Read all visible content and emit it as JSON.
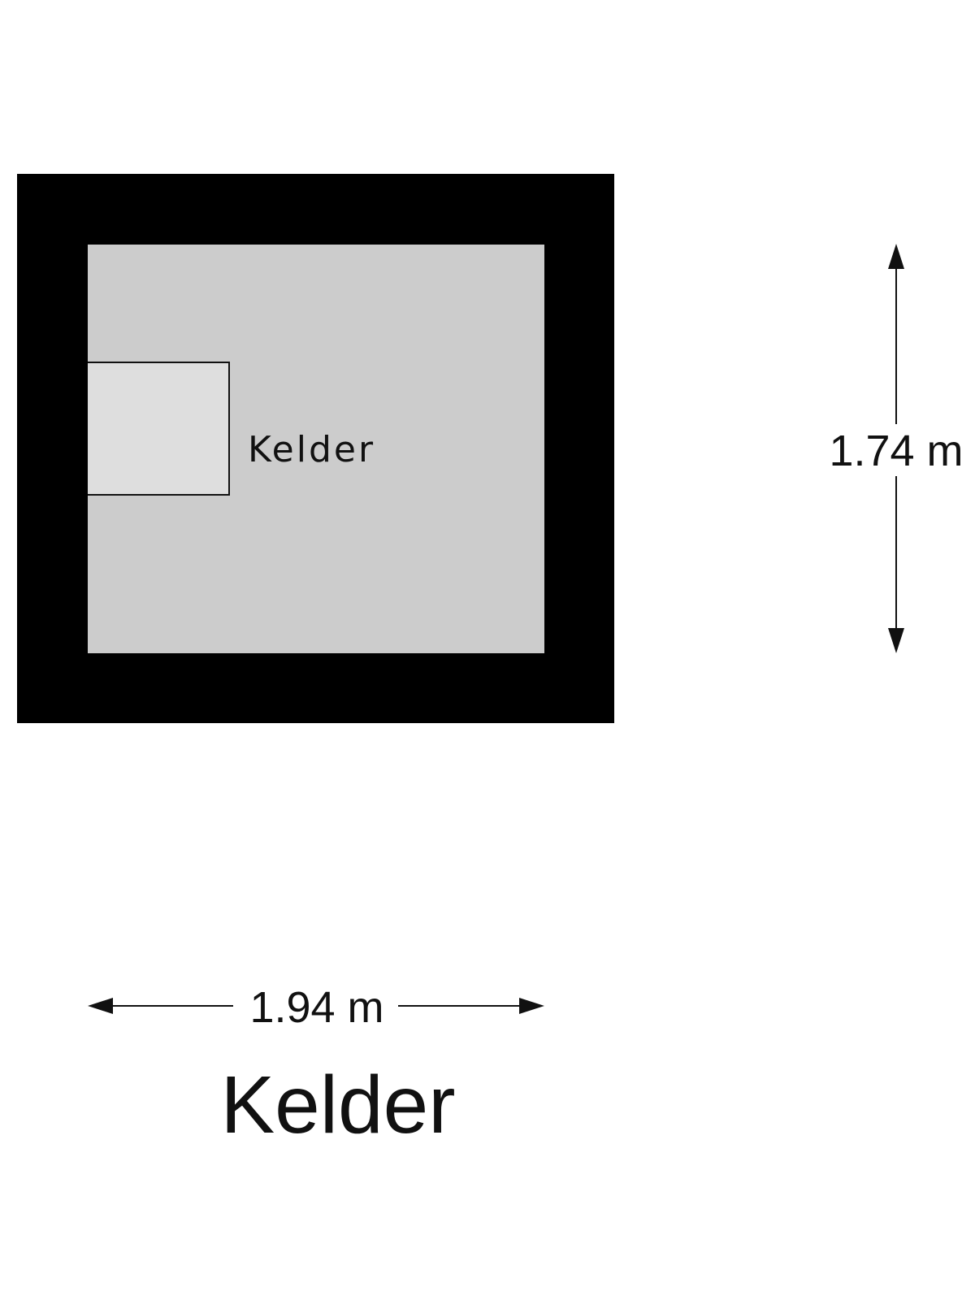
{
  "room": {
    "label": "Kelder"
  },
  "dimensions": {
    "height_label": "1.74 m",
    "width_label": "1.94 m"
  },
  "floor": {
    "title": "Kelder"
  },
  "colors": {
    "wall": "#000000",
    "floor": "#cccccc",
    "stair": "#dedede",
    "line": "#111111",
    "background": "#ffffff"
  }
}
